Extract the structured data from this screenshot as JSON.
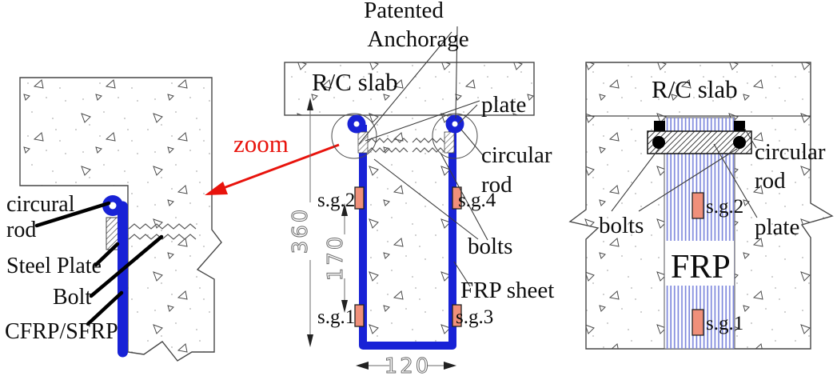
{
  "figure": {
    "type": "engineering-diagram",
    "description": "Patented anchorage detail of FRP sheet on R/C slab (side detail, side elevation, front elevation)",
    "zoom_callout": "zoom"
  },
  "colors": {
    "frp_blue": "#1822d6",
    "stripe_blue": "#7e88dd",
    "gauge_fill": "#f0907a",
    "zoom_red": "#e8130c",
    "outline_gray": "#474747"
  },
  "panel_left": {
    "labels": {
      "circular_rod_line1": "circural",
      "circular_rod_line2": "rod",
      "steel_plate": "Steel Plate",
      "bolt": "Bolt",
      "cfrp_sfrp": "CFRP/SFRP"
    }
  },
  "panel_middle": {
    "title_line1": "Patented",
    "title_line2": "Anchorage",
    "labels": {
      "rc_slab": "R/C slab",
      "plate": "plate",
      "circular_rod_line1": "circular",
      "circular_rod_line2": "rod",
      "bolts": "bolts",
      "frp_sheet": "FRP sheet"
    },
    "strain_gauges": {
      "sg1": "s.g.1",
      "sg2": "s.g.2",
      "sg3": "s.g.3",
      "sg4": "s.g.4"
    },
    "dimensions": {
      "beam_height": "360",
      "gauge_spacing": "170",
      "beam_width": "120"
    }
  },
  "panel_right": {
    "labels": {
      "rc_slab": "R/C slab",
      "circular_rod_line1": "circular",
      "circular_rod_line2": "rod",
      "plate": "plate",
      "bolts": "bolts",
      "frp": "FRP"
    },
    "strain_gauges": {
      "sg1": "s.g.1",
      "sg2": "s.g.2"
    }
  }
}
